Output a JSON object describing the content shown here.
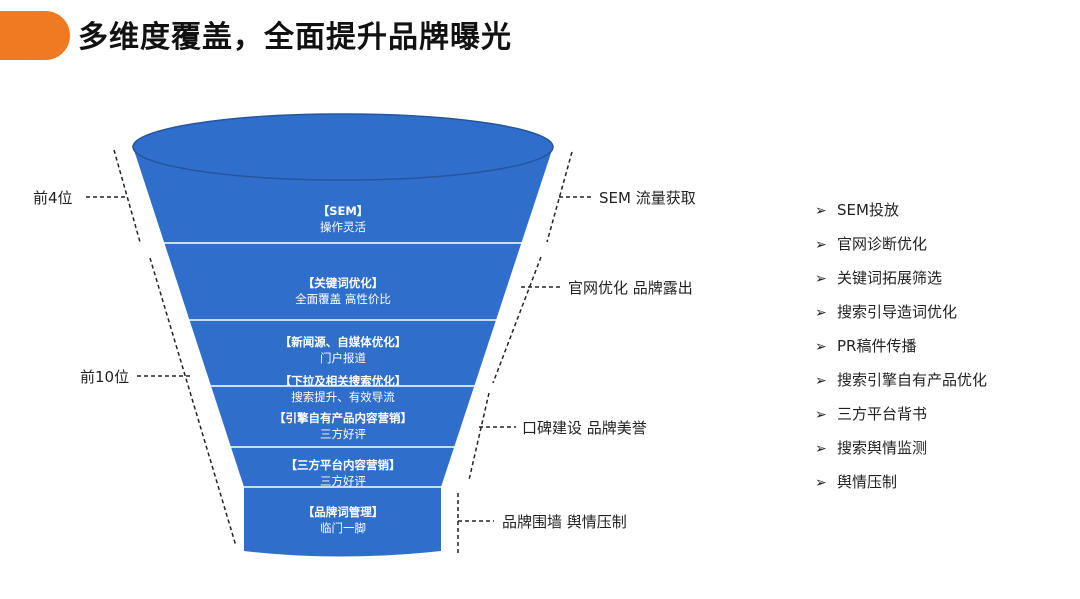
{
  "header": {
    "title": "多维度覆盖，全面提升品牌曝光",
    "accent_color": "#f07a22"
  },
  "funnel": {
    "fill_color": "#2f6fcb",
    "line_color": "#ffffff",
    "layers": [
      {
        "title": "【SEM】",
        "desc": "操作灵活"
      },
      {
        "title": "【关键词优化】",
        "desc": "全面覆盖  高性价比"
      },
      {
        "title": "【新闻源、自媒体优化】",
        "desc": "门户报道"
      },
      {
        "title": "【下拉及相关搜索优化】",
        "desc": "搜索提升、有效导流"
      },
      {
        "title": "【引擎自有产品内容营销】",
        "desc": "三方好评"
      },
      {
        "title": "【三方平台内容营销】",
        "desc": "三方好评"
      },
      {
        "title": "【品牌词管理】",
        "desc": "临门一脚"
      }
    ]
  },
  "left_labels": {
    "top4": "前4位",
    "top10": "前10位"
  },
  "right_labels": {
    "sem": "SEM 流量获取",
    "site": "官网优化  品牌露出",
    "reputation": "口碑建设  品牌美誉",
    "wall": "品牌围墙  舆情压制"
  },
  "bullets": {
    "arrow_glyph": "➢",
    "items": [
      "SEM投放",
      "官网诊断优化",
      "关键词拓展筛选",
      "搜索引导造词优化",
      "PR稿件传播",
      "搜索引擎自有产品优化",
      "三方平台背书",
      "搜索舆情监测",
      "舆情压制"
    ]
  }
}
